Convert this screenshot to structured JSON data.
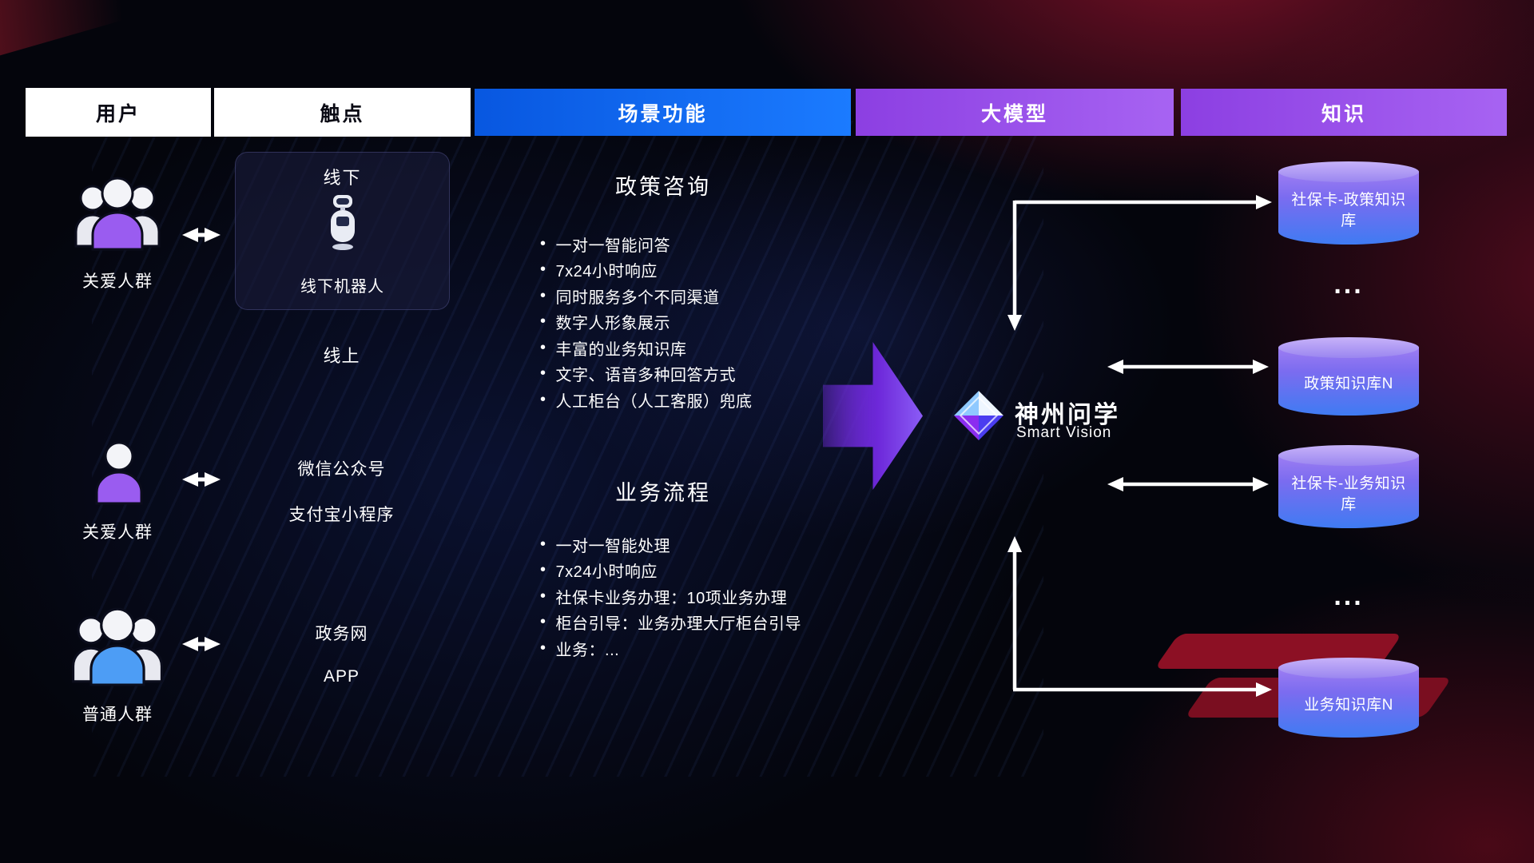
{
  "headers": [
    {
      "label": "用户"
    },
    {
      "label": "触点"
    },
    {
      "label": "场景功能"
    },
    {
      "label": "大模型"
    },
    {
      "label": "知识"
    }
  ],
  "users": [
    {
      "label": "关爱人群"
    },
    {
      "label": "关爱人群"
    },
    {
      "label": "普通人群"
    }
  ],
  "touchpoints": {
    "offline_title": "线下",
    "offline_robot_label": "线下机器人",
    "online_title": "线上",
    "items": [
      "微信公众号",
      "支付宝小程序",
      "政务网",
      "APP"
    ]
  },
  "scenarios": [
    {
      "title": "政策咨询",
      "items": [
        "一对一智能问答",
        "7x24小时响应",
        "同时服务多个不同渠道",
        "数字人形象展示",
        "丰富的业务知识库",
        "文字、语音多种回答方式",
        "人工柜台（人工客服）兜底"
      ]
    },
    {
      "title": "业务流程",
      "items": [
        "一对一智能处理",
        "7x24小时响应",
        "社保卡业务办理：10项业务办理",
        "柜台引导：业务办理大厅柜台引导",
        "业务：..."
      ]
    }
  ],
  "model": {
    "name": "神州问学",
    "subtitle": "Smart Vision"
  },
  "knowledge": {
    "databases": [
      "社保卡-政策知识库",
      "政策知识库N",
      "社保卡-业务知识库",
      "业务知识库N"
    ],
    "ellipsis": "..."
  },
  "icons": {
    "care_group": "people-group",
    "care_person": "person",
    "general_group": "people-group",
    "robot": "service-robot",
    "logo": "diamond-gem",
    "database": "cylinder",
    "link": "double-headed-arrow"
  },
  "colors": {
    "header_blue": "#1b7bff",
    "header_purple": "#9a4ff0",
    "accent_purple": "#9a5cf0",
    "accent_blue": "#4d9df5",
    "cylinder_top": "#b9a0f6",
    "cylinder_bottom": "#3f7bf2",
    "arrow_white": "#ffffff",
    "bg_red": "#a5122f",
    "big_arrow_purple": "#7c3aed"
  }
}
